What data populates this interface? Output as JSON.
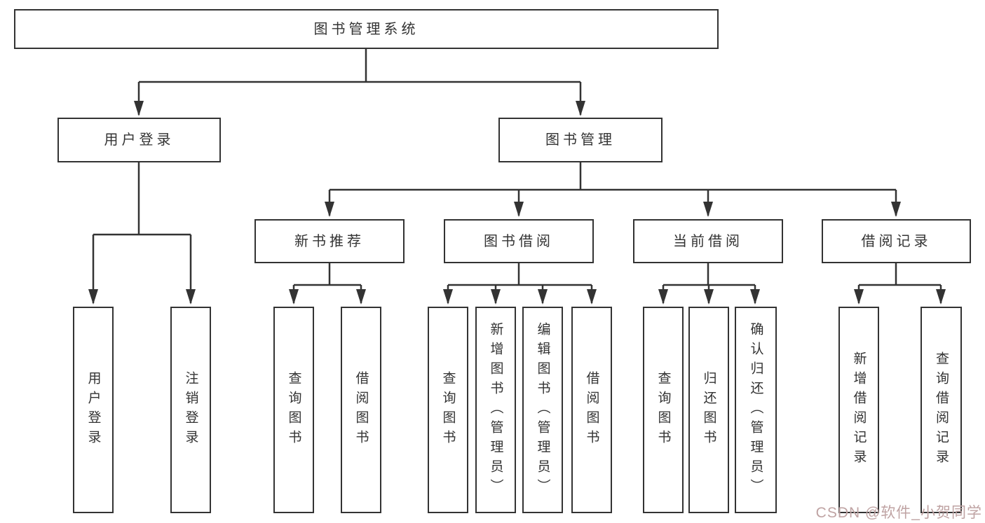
{
  "diagram_type": "hierarchy-tree",
  "colors": {
    "line": "#333333",
    "box_border": "#333333",
    "box_background": "#ffffff",
    "text": "#333333",
    "page_background": "#ffffff",
    "watermark": "#bfa3a3"
  },
  "tree": {
    "root": {
      "label": "图书管理系统"
    },
    "children": [
      {
        "label": "用户登录",
        "children": [
          {
            "label": "用户登录"
          },
          {
            "label": "注销登录"
          }
        ]
      },
      {
        "label": "图书管理",
        "children": [
          {
            "label": "新书推荐",
            "children": [
              {
                "label": "查询图书"
              },
              {
                "label": "借阅图书"
              }
            ]
          },
          {
            "label": "图书借阅",
            "children": [
              {
                "label": "查询图书"
              },
              {
                "label": "新增图书（管理员）"
              },
              {
                "label": "编辑图书（管理员）"
              },
              {
                "label": "借阅图书"
              }
            ]
          },
          {
            "label": "当前借阅",
            "children": [
              {
                "label": "查询图书"
              },
              {
                "label": "归还图书"
              },
              {
                "label": "确认归还（管理员）"
              }
            ]
          },
          {
            "label": "借阅记录",
            "children": [
              {
                "label": "新增借阅记录"
              },
              {
                "label": "查询借阅记录"
              }
            ]
          }
        ]
      }
    ]
  },
  "watermark": {
    "text": "CSDN @软件_小贺同学"
  }
}
